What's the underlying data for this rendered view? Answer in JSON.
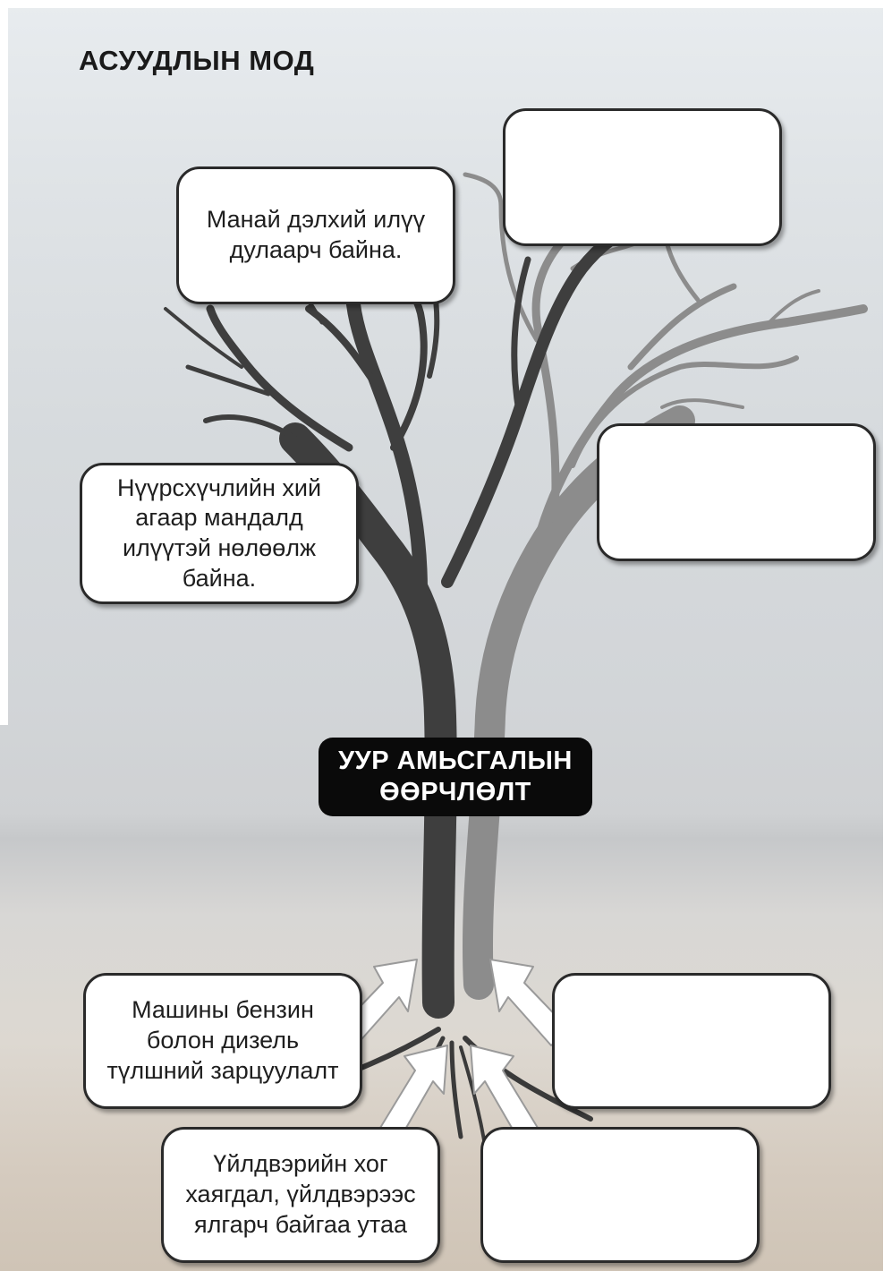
{
  "title": "АСУУДЛЫН МОД",
  "center_label": "УУР АМЬСГАЛЫН\nӨӨРЧЛӨЛТ",
  "effects": [
    {
      "text": "Манай дэлхий илүү\nдулаарч байна."
    },
    {
      "text": ""
    },
    {
      "text": "Нүүрсхүчлийн хий\nагаар мандалд\nилүүтэй нөлөөлж\nбайна."
    },
    {
      "text": ""
    }
  ],
  "causes": [
    {
      "text": "Машины бензин\nболон дизель\nтүлшний зарцуулалт"
    },
    {
      "text": ""
    },
    {
      "text": "Үйлдвэрийн хог\nхаягдал, үйлдвэрээс\nялгарч байгаа утаа"
    },
    {
      "text": ""
    }
  ],
  "colors": {
    "box_border": "#2a2a2a",
    "label_bg": "#0a0a0a",
    "tree_dark": "#3e3e3e",
    "tree_light": "#8a8a8a"
  }
}
